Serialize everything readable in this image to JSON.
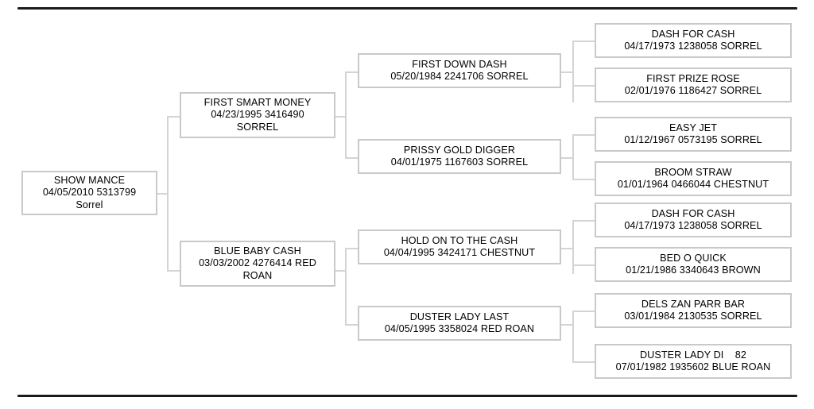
{
  "document": {
    "type": "pedigree-chart",
    "subject": "SHOW MANCE",
    "generations": 4
  },
  "nodes": {
    "gen1": {
      "show_mance": {
        "name": "SHOW MANCE",
        "details": "04/05/2010 5313799",
        "color": "Sorrel"
      }
    },
    "gen2": {
      "first_smart_money": {
        "name": "FIRST SMART MONEY",
        "details": "04/23/1995 3416490",
        "color": "SORREL"
      },
      "blue_baby_cash": {
        "name": "BLUE BABY CASH",
        "details": "03/03/2002 4276414 RED",
        "color": "ROAN"
      }
    },
    "gen3": {
      "first_down_dash": {
        "name": "FIRST DOWN DASH",
        "details": "05/20/1984 2241706 SORREL"
      },
      "prissy_gold_digger": {
        "name": "PRISSY GOLD DIGGER",
        "details": "04/01/1975 1167603 SORREL"
      },
      "hold_on_to_the_cash": {
        "name": "HOLD ON TO THE CASH",
        "details": "04/04/1995 3424171 CHESTNUT"
      },
      "duster_lady_last": {
        "name": "DUSTER LADY LAST",
        "details": "04/05/1995 3358024 RED ROAN"
      }
    },
    "gen4": {
      "dash_for_cash_1": {
        "name": "DASH FOR CASH",
        "details": "04/17/1973 1238058 SORREL"
      },
      "first_prize_rose": {
        "name": "FIRST PRIZE ROSE",
        "details": "02/01/1976 1186427 SORREL"
      },
      "easy_jet": {
        "name": "EASY JET",
        "details": "01/12/1967 0573195 SORREL"
      },
      "broom_straw": {
        "name": "BROOM STRAW",
        "details": "01/01/1964 0466044 CHESTNUT"
      },
      "dash_for_cash_2": {
        "name": "DASH FOR CASH",
        "details": "04/17/1973 1238058 SORREL"
      },
      "bed_o_quick": {
        "name": "BED O QUICK",
        "details": "01/21/1986 3340643 BROWN"
      },
      "dels_zan_parr_bar": {
        "name": "DELS ZAN PARR BAR",
        "details": "03/01/1984 2130535 SORREL"
      },
      "duster_lady_di": {
        "name": "DUSTER LADY DI    82",
        "details": "07/01/1982 1935602 BLUE ROAN"
      }
    }
  },
  "colors": {
    "box_border": "#c9c9c9",
    "connector": "#d4d4d4",
    "rule": "#1a1a1a",
    "text": "#000000",
    "background": "#ffffff"
  }
}
